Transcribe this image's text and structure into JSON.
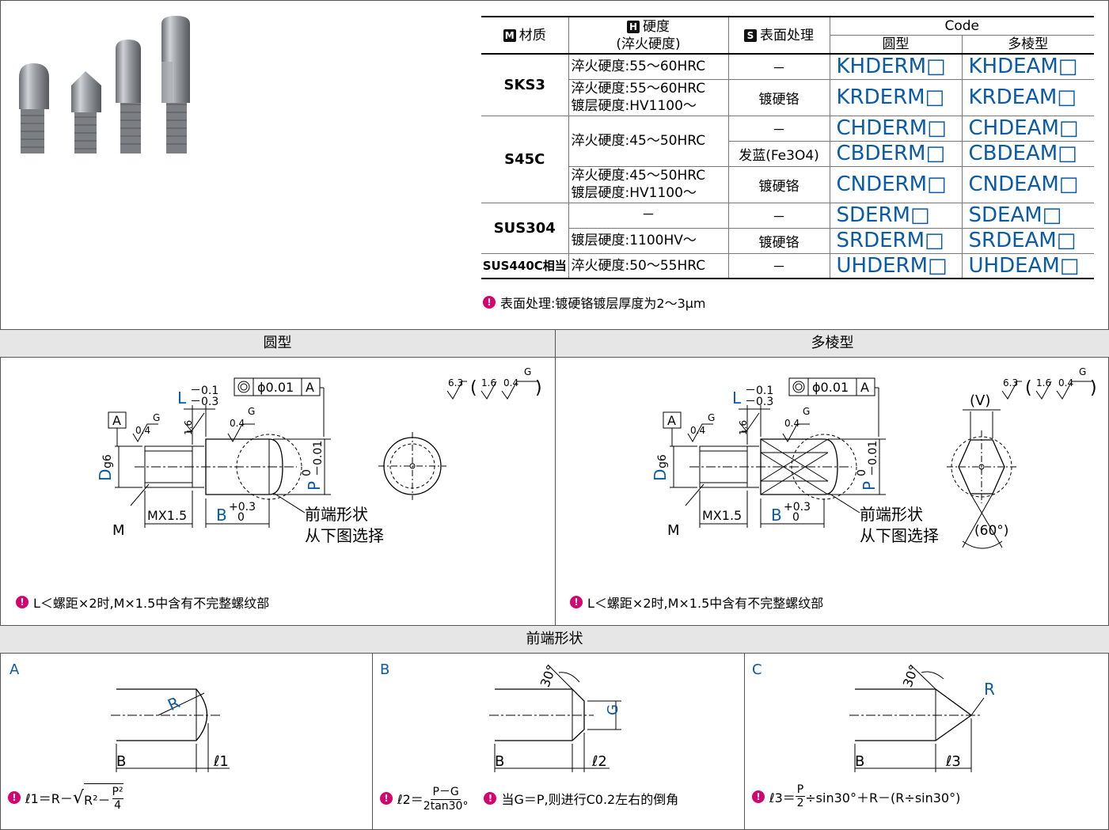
{
  "table": {
    "header": {
      "material_icon": "M",
      "material": "材质",
      "hardness_icon": "H",
      "hardness": "硬度",
      "hardness_sub": "(淬火硬度)",
      "surface_icon": "S",
      "surface": "表面处理",
      "code": "Code",
      "round": "圆型",
      "poly": "多棱型"
    },
    "rows": [
      {
        "mat": "SKS3",
        "cond": "淬火硬度:55～60HRC",
        "cond2": "",
        "surf": "－",
        "c1": "KHDERM□",
        "c2": "KHDEAM□"
      },
      {
        "mat": "",
        "cond": "淬火硬度:55～60HRC",
        "cond2": "镀层硬度:HV1100～",
        "surf": "镀硬铬",
        "c1": "KRDERM□",
        "c2": "KRDEAM□"
      },
      {
        "mat": "S45C",
        "cond": "淬火硬度:45～50HRC",
        "cond2": "",
        "surf": "－",
        "c1": "CHDERM□",
        "c2": "CHDEAM□"
      },
      {
        "mat": "",
        "cond": "",
        "cond2": "",
        "surf": "发蓝(Fe3O4)",
        "c1": "CBDERM□",
        "c2": "CBDEAM□"
      },
      {
        "mat": "",
        "cond": "淬火硬度:45～50HRC",
        "cond2": "镀层硬度:HV1100～",
        "surf": "镀硬铬",
        "c1": "CNDERM□",
        "c2": "CNDEAM□"
      },
      {
        "mat": "SUS304",
        "cond": "－",
        "cond2": "",
        "surf": "－",
        "c1": "SDERM□",
        "c2": "SDEAM□"
      },
      {
        "mat": "",
        "cond": "镀层硬度:1100HV～",
        "cond2": "",
        "surf": "镀硬铬",
        "c1": "SRDERM□",
        "c2": "SRDEAM□"
      },
      {
        "mat": "SUS440C相当",
        "cond": "淬火硬度:50～55HRC",
        "cond2": "",
        "surf": "－",
        "c1": "UHDERM□",
        "c2": "UHDEAM□"
      }
    ],
    "note": "表面处理:镀硬铬镀层厚度为2～3μm"
  },
  "sections": {
    "round": "圆型",
    "poly": "多棱型",
    "tip": "前端形状"
  },
  "drawing": {
    "datum": "A",
    "tol_flat": "ϕ0.01",
    "tol_ref": "A",
    "L_label": "L",
    "L_tol_top": "－0.1",
    "L_tol_bot": "－0.3",
    "D_label": "D",
    "D_tol": "g6",
    "M_label": "M",
    "MX": "MX1.5",
    "B_label": "B",
    "B_tol_top": "+0.3",
    "B_tol_bot": "0",
    "P_label": "P",
    "P_tol_top": "0",
    "P_tol_bot": "－0.01",
    "rough_04": "0.4",
    "rough_16": "1.6",
    "rough_63": "6.3",
    "rough_G": "G",
    "tip_text1": "前端形状",
    "tip_text2": "从下图选择",
    "V_label": "(V)",
    "angle_60": "(60°)",
    "note_round": "L＜螺距×2时,M×1.5中含有不完整螺纹部",
    "note_poly": "L＜螺距×2时,M×1.5中含有不完整螺纹部"
  },
  "tips": {
    "A": {
      "title": "A",
      "R": "R",
      "B": "B",
      "l": "ℓ1",
      "formula_lhs": "ℓ1＝R－",
      "formula_root": "R²－",
      "formula_num": "P²",
      "formula_den": "4"
    },
    "B": {
      "title": "B",
      "angle": "30°",
      "G": "G",
      "B": "B",
      "l": "ℓ2",
      "formula_lhs": "ℓ2＝",
      "formula_num": "P－G",
      "formula_den": "2tan30°",
      "note": "当G＝P,则进行C0.2左右的倒角"
    },
    "C": {
      "title": "C",
      "angle": "30°",
      "R": "R",
      "B": "B",
      "l": "ℓ3",
      "formula_lhs": "ℓ3＝",
      "formula_num": "P",
      "formula_den": "2",
      "formula_rhs": "÷sin30°＋R－(R÷sin30°)"
    }
  },
  "colors": {
    "accent": "#0a5aa8",
    "note_icon": "#d6006e",
    "header_bg": "#e6e6e6"
  }
}
